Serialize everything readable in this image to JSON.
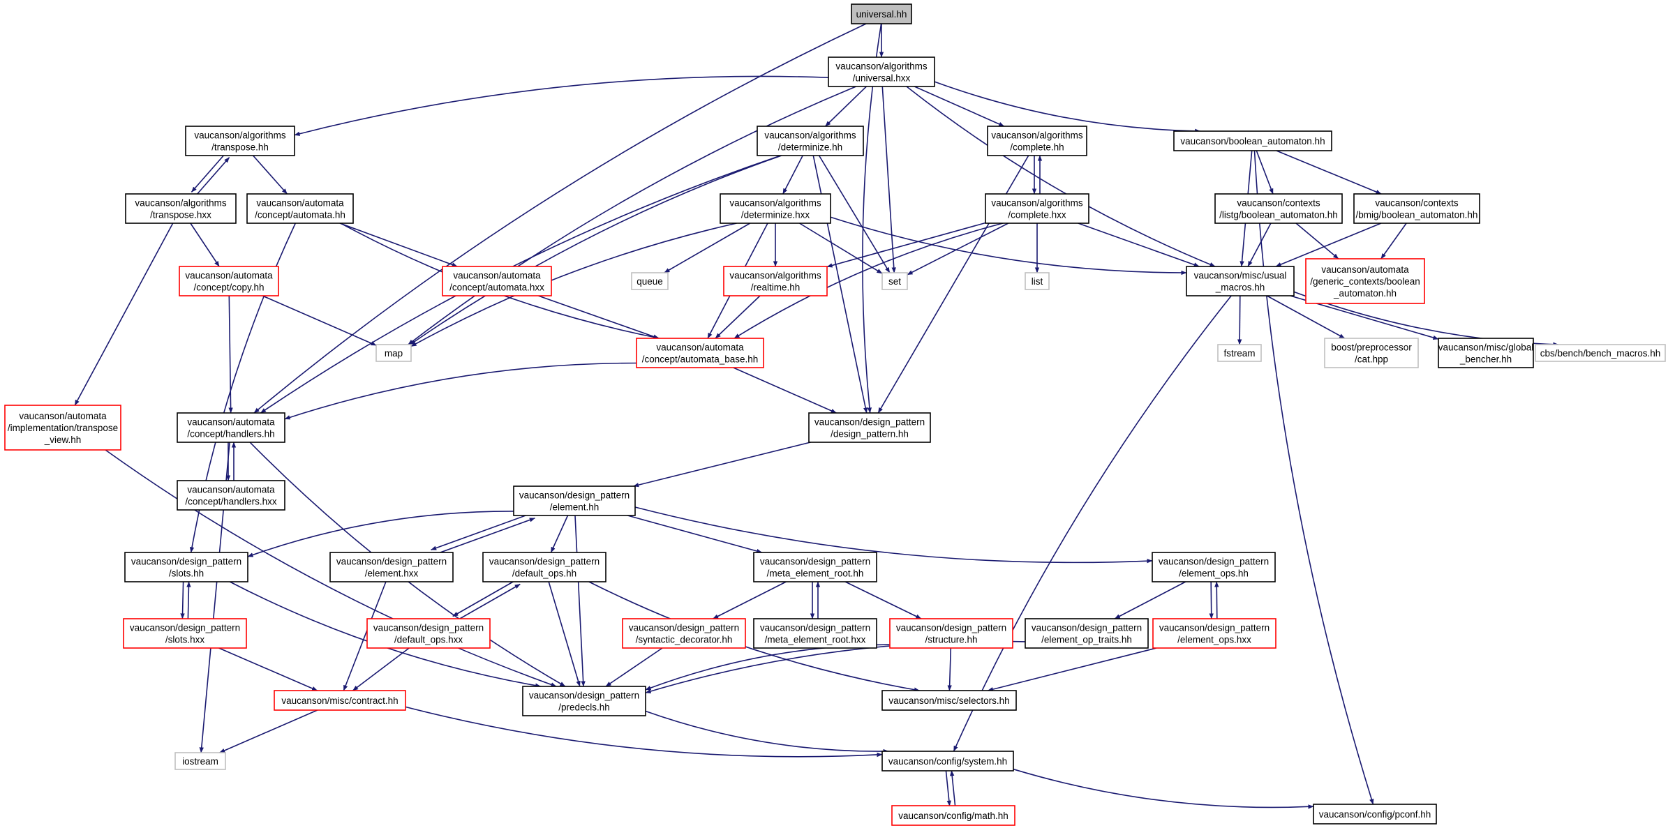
{
  "colors": {
    "edge": "#191970",
    "border_default": "#000000",
    "border_undocumented": "#ff0000",
    "border_external": "#bfbfbf",
    "root_fill": "#bfbfbf",
    "node_fill": "#ffffff"
  },
  "nodes": [
    {
      "id": "root",
      "lines": [
        "universal.hh"
      ],
      "kind": "root"
    },
    {
      "id": "univ_hxx",
      "lines": [
        "vaucanson/algorithms",
        "/universal.hxx"
      ],
      "kind": "normal"
    },
    {
      "id": "transpose_hh",
      "lines": [
        "vaucanson/algorithms",
        "/transpose.hh"
      ],
      "kind": "normal"
    },
    {
      "id": "determinize_hh",
      "lines": [
        "vaucanson/algorithms",
        "/determinize.hh"
      ],
      "kind": "normal"
    },
    {
      "id": "complete_hh",
      "lines": [
        "vaucanson/algorithms",
        "/complete.hh"
      ],
      "kind": "normal"
    },
    {
      "id": "bool_aut",
      "lines": [
        "vaucanson/boolean_automaton.hh"
      ],
      "kind": "normal"
    },
    {
      "id": "transpose_hxx",
      "lines": [
        "vaucanson/algorithms",
        "/transpose.hxx"
      ],
      "kind": "normal"
    },
    {
      "id": "automata_hh",
      "lines": [
        "vaucanson/automata",
        "/concept/automata.hh"
      ],
      "kind": "normal"
    },
    {
      "id": "determinize_hxx",
      "lines": [
        "vaucanson/algorithms",
        "/determinize.hxx"
      ],
      "kind": "normal"
    },
    {
      "id": "complete_hxx",
      "lines": [
        "vaucanson/algorithms",
        "/complete.hxx"
      ],
      "kind": "normal"
    },
    {
      "id": "listg",
      "lines": [
        "vaucanson/contexts",
        "/listg/boolean_automaton.hh"
      ],
      "kind": "normal"
    },
    {
      "id": "bmig",
      "lines": [
        "vaucanson/contexts",
        "/bmig/boolean_automaton.hh"
      ],
      "kind": "normal"
    },
    {
      "id": "copy_hh",
      "lines": [
        "vaucanson/automata",
        "/concept/copy.hh"
      ],
      "kind": "undocumented"
    },
    {
      "id": "automata_hxx",
      "lines": [
        "vaucanson/automata",
        "/concept/automata.hxx"
      ],
      "kind": "undocumented"
    },
    {
      "id": "queue",
      "lines": [
        "queue"
      ],
      "kind": "external"
    },
    {
      "id": "realtime",
      "lines": [
        "vaucanson/algorithms",
        "/realtime.hh"
      ],
      "kind": "undocumented"
    },
    {
      "id": "set",
      "lines": [
        "set"
      ],
      "kind": "external"
    },
    {
      "id": "list",
      "lines": [
        "list"
      ],
      "kind": "external"
    },
    {
      "id": "usual_macros",
      "lines": [
        "vaucanson/misc/usual",
        "_macros.hh"
      ],
      "kind": "normal"
    },
    {
      "id": "generic_ctx",
      "lines": [
        "vaucanson/automata",
        "/generic_contexts/boolean",
        "_automaton.hh"
      ],
      "kind": "undocumented"
    },
    {
      "id": "map",
      "lines": [
        "map"
      ],
      "kind": "external"
    },
    {
      "id": "automata_base",
      "lines": [
        "vaucanson/automata",
        "/concept/automata_base.hh"
      ],
      "kind": "undocumented"
    },
    {
      "id": "fstream",
      "lines": [
        "fstream"
      ],
      "kind": "external"
    },
    {
      "id": "boost_cat",
      "lines": [
        "boost/preprocessor",
        "/cat.hpp"
      ],
      "kind": "external"
    },
    {
      "id": "global_bencher",
      "lines": [
        "vaucanson/misc/global",
        "_bencher.hh"
      ],
      "kind": "normal"
    },
    {
      "id": "cbs_bench",
      "lines": [
        "cbs/bench/bench_macros.hh"
      ],
      "kind": "external"
    },
    {
      "id": "transpose_view",
      "lines": [
        "vaucanson/automata",
        "/implementation/transpose",
        "_view.hh"
      ],
      "kind": "undocumented"
    },
    {
      "id": "handlers_hh",
      "lines": [
        "vaucanson/automata",
        "/concept/handlers.hh"
      ],
      "kind": "normal"
    },
    {
      "id": "design_pattern",
      "lines": [
        "vaucanson/design_pattern",
        "/design_pattern.hh"
      ],
      "kind": "normal"
    },
    {
      "id": "handlers_hxx",
      "lines": [
        "vaucanson/automata",
        "/concept/handlers.hxx"
      ],
      "kind": "normal"
    },
    {
      "id": "element_hh",
      "lines": [
        "vaucanson/design_pattern",
        "/element.hh"
      ],
      "kind": "normal"
    },
    {
      "id": "slots_hh",
      "lines": [
        "vaucanson/design_pattern",
        "/slots.hh"
      ],
      "kind": "normal"
    },
    {
      "id": "element_hxx",
      "lines": [
        "vaucanson/design_pattern",
        "/element.hxx"
      ],
      "kind": "normal"
    },
    {
      "id": "default_ops_hh",
      "lines": [
        "vaucanson/design_pattern",
        "/default_ops.hh"
      ],
      "kind": "normal"
    },
    {
      "id": "meta_root_hh",
      "lines": [
        "vaucanson/design_pattern",
        "/meta_element_root.hh"
      ],
      "kind": "normal"
    },
    {
      "id": "element_ops_hh",
      "lines": [
        "vaucanson/design_pattern",
        "/element_ops.hh"
      ],
      "kind": "normal"
    },
    {
      "id": "slots_hxx",
      "lines": [
        "vaucanson/design_pattern",
        "/slots.hxx"
      ],
      "kind": "undocumented"
    },
    {
      "id": "default_ops_hxx",
      "lines": [
        "vaucanson/design_pattern",
        "/default_ops.hxx"
      ],
      "kind": "undocumented"
    },
    {
      "id": "syntactic",
      "lines": [
        "vaucanson/design_pattern",
        "/syntactic_decorator.hh"
      ],
      "kind": "undocumented"
    },
    {
      "id": "meta_root_hxx",
      "lines": [
        "vaucanson/design_pattern",
        "/meta_element_root.hxx"
      ],
      "kind": "normal"
    },
    {
      "id": "structure",
      "lines": [
        "vaucanson/design_pattern",
        "/structure.hh"
      ],
      "kind": "undocumented"
    },
    {
      "id": "element_op_traits",
      "lines": [
        "vaucanson/design_pattern",
        "/element_op_traits.hh"
      ],
      "kind": "normal"
    },
    {
      "id": "element_ops_hxx",
      "lines": [
        "vaucanson/design_pattern",
        "/element_ops.hxx"
      ],
      "kind": "undocumented"
    },
    {
      "id": "contract",
      "lines": [
        "vaucanson/misc/contract.hh"
      ],
      "kind": "undocumented"
    },
    {
      "id": "predecls",
      "lines": [
        "vaucanson/design_pattern",
        "/predecls.hh"
      ],
      "kind": "normal"
    },
    {
      "id": "selectors",
      "lines": [
        "vaucanson/misc/selectors.hh"
      ],
      "kind": "normal"
    },
    {
      "id": "iostream",
      "lines": [
        "iostream"
      ],
      "kind": "external"
    },
    {
      "id": "system",
      "lines": [
        "vaucanson/config/system.hh"
      ],
      "kind": "normal"
    },
    {
      "id": "math",
      "lines": [
        "vaucanson/config/math.hh"
      ],
      "kind": "undocumented"
    },
    {
      "id": "pconf",
      "lines": [
        "vaucanson/config/pconf.hh"
      ],
      "kind": "normal"
    }
  ],
  "edges": [
    [
      "root",
      "univ_hxx"
    ],
    [
      "root",
      "handlers_hh"
    ],
    [
      "root",
      "design_pattern"
    ],
    [
      "univ_hxx",
      "transpose_hh"
    ],
    [
      "univ_hxx",
      "determinize_hh"
    ],
    [
      "univ_hxx",
      "complete_hh"
    ],
    [
      "univ_hxx",
      "bool_aut"
    ],
    [
      "univ_hxx",
      "map"
    ],
    [
      "univ_hxx",
      "set"
    ],
    [
      "univ_hxx",
      "usual_macros"
    ],
    [
      "transpose_hh",
      "transpose_hxx"
    ],
    [
      "transpose_hh",
      "automata_hh"
    ],
    [
      "transpose_hxx",
      "transpose_hh"
    ],
    [
      "transpose_hxx",
      "copy_hh"
    ],
    [
      "transpose_hxx",
      "transpose_view"
    ],
    [
      "automata_hh",
      "automata_hxx"
    ],
    [
      "automata_hh",
      "automata_base"
    ],
    [
      "automata_hh",
      "slots_hh"
    ],
    [
      "determinize_hh",
      "determinize_hxx"
    ],
    [
      "determinize_hh",
      "map"
    ],
    [
      "determinize_hh",
      "set"
    ],
    [
      "determinize_hh",
      "design_pattern"
    ],
    [
      "determinize_hh",
      "handlers_hh"
    ],
    [
      "determinize_hxx",
      "queue"
    ],
    [
      "determinize_hxx",
      "realtime"
    ],
    [
      "determinize_hxx",
      "set"
    ],
    [
      "determinize_hxx",
      "map"
    ],
    [
      "determinize_hxx",
      "automata_base"
    ],
    [
      "determinize_hxx",
      "usual_macros"
    ],
    [
      "complete_hh",
      "complete_hxx"
    ],
    [
      "complete_hh",
      "design_pattern"
    ],
    [
      "complete_hxx",
      "complete_hh"
    ],
    [
      "complete_hxx",
      "set"
    ],
    [
      "complete_hxx",
      "list"
    ],
    [
      "complete_hxx",
      "realtime"
    ],
    [
      "complete_hxx",
      "usual_macros"
    ],
    [
      "complete_hxx",
      "automata_base"
    ],
    [
      "bool_aut",
      "listg"
    ],
    [
      "bool_aut",
      "bmig"
    ],
    [
      "bool_aut",
      "usual_macros"
    ],
    [
      "bool_aut",
      "pconf"
    ],
    [
      "listg",
      "usual_macros"
    ],
    [
      "listg",
      "generic_ctx"
    ],
    [
      "bmig",
      "usual_macros"
    ],
    [
      "bmig",
      "generic_ctx"
    ],
    [
      "copy_hh",
      "map"
    ],
    [
      "copy_hh",
      "handlers_hh"
    ],
    [
      "automata_hxx",
      "automata_base"
    ],
    [
      "realtime",
      "automata_base"
    ],
    [
      "usual_macros",
      "fstream"
    ],
    [
      "usual_macros",
      "boost_cat"
    ],
    [
      "usual_macros",
      "global_bencher"
    ],
    [
      "usual_macros",
      "cbs_bench"
    ],
    [
      "usual_macros",
      "system"
    ],
    [
      "automata_base",
      "handlers_hh"
    ],
    [
      "automata_base",
      "design_pattern"
    ],
    [
      "transpose_view",
      "predecls"
    ],
    [
      "handlers_hh",
      "handlers_hxx"
    ],
    [
      "handlers_hh",
      "iostream"
    ],
    [
      "handlers_hh",
      "predecls"
    ],
    [
      "handlers_hxx",
      "handlers_hh"
    ],
    [
      "design_pattern",
      "element_hh"
    ],
    [
      "element_hh",
      "slots_hh"
    ],
    [
      "element_hh",
      "element_hxx"
    ],
    [
      "element_hh",
      "default_ops_hh"
    ],
    [
      "element_hh",
      "meta_root_hh"
    ],
    [
      "element_hh",
      "element_ops_hh"
    ],
    [
      "element_hh",
      "predecls"
    ],
    [
      "element_hxx",
      "element_hh"
    ],
    [
      "element_hxx",
      "contract"
    ],
    [
      "slots_hh",
      "slots_hxx"
    ],
    [
      "slots_hh",
      "predecls"
    ],
    [
      "slots_hxx",
      "slots_hh"
    ],
    [
      "slots_hxx",
      "contract"
    ],
    [
      "default_ops_hh",
      "default_ops_hxx"
    ],
    [
      "default_ops_hh",
      "predecls"
    ],
    [
      "default_ops_hh",
      "selectors"
    ],
    [
      "default_ops_hxx",
      "default_ops_hh"
    ],
    [
      "default_ops_hxx",
      "contract"
    ],
    [
      "meta_root_hh",
      "syntactic"
    ],
    [
      "meta_root_hh",
      "meta_root_hxx"
    ],
    [
      "meta_root_hh",
      "structure"
    ],
    [
      "meta_root_hxx",
      "meta_root_hh"
    ],
    [
      "syntactic",
      "predecls"
    ],
    [
      "structure",
      "predecls"
    ],
    [
      "structure",
      "selectors"
    ],
    [
      "element_ops_hh",
      "element_op_traits"
    ],
    [
      "element_ops_hh",
      "element_ops_hxx"
    ],
    [
      "element_ops_hxx",
      "element_ops_hh"
    ],
    [
      "element_ops_hxx",
      "selectors"
    ],
    [
      "element_op_traits",
      "predecls"
    ],
    [
      "contract",
      "iostream"
    ],
    [
      "contract",
      "system"
    ],
    [
      "predecls",
      "system"
    ],
    [
      "system",
      "math"
    ],
    [
      "system",
      "pconf"
    ],
    [
      "math",
      "system"
    ]
  ]
}
